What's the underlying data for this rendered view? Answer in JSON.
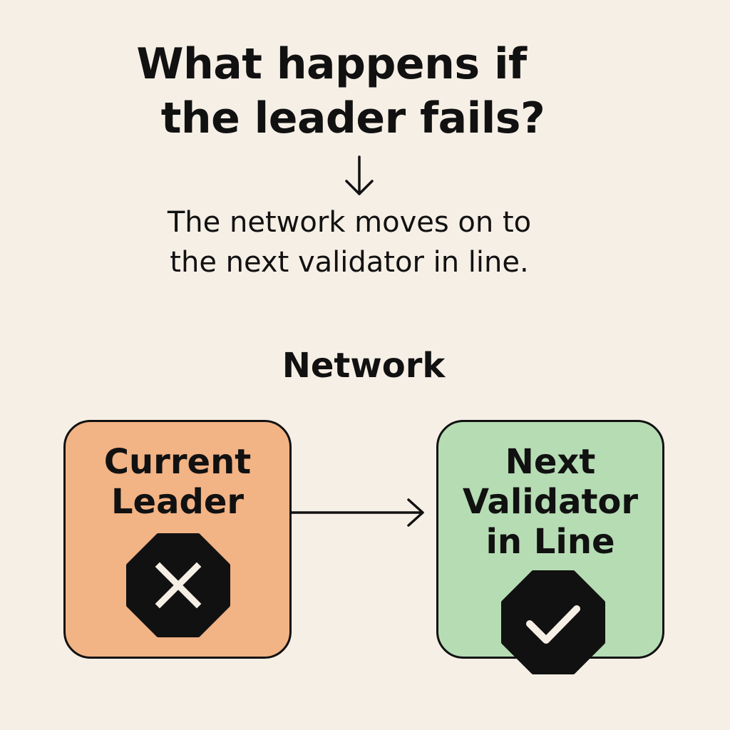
{
  "heading": {
    "line1": "What happens if",
    "line2": "the leader fails?"
  },
  "explanation": {
    "line1": "The network moves on to",
    "line2": "the next validator in line."
  },
  "diagram": {
    "label": "Network",
    "current_leader": {
      "line1": "Current",
      "line2": "Leader",
      "status_icon": "x-octagon-icon",
      "color": "#f2b385"
    },
    "next_validator": {
      "line1": "Next",
      "line2": "Validator",
      "line3": "in Line",
      "status_icon": "check-octagon-icon",
      "color": "#b6dcb4"
    }
  },
  "colors": {
    "background": "#f6efe6",
    "ink": "#111111",
    "badge_symbol": "#f6efe6"
  }
}
